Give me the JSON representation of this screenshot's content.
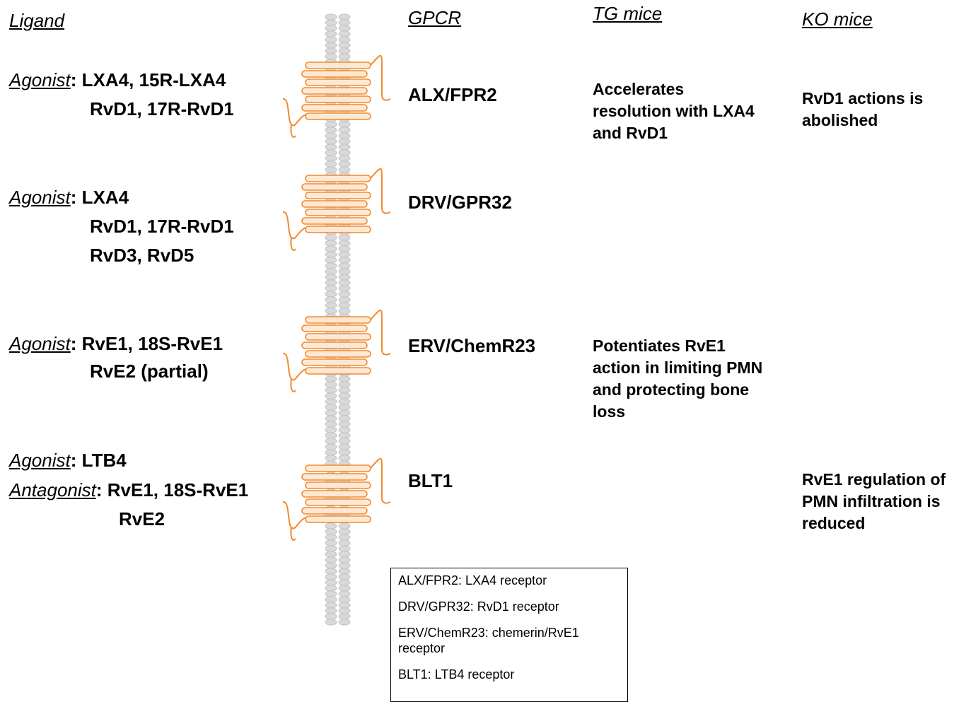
{
  "headers": {
    "ligand": "Ligand",
    "gpcr": "GPCR",
    "tg_mice": "TG mice",
    "ko_mice": "KO mice"
  },
  "roles": {
    "agonist": "Agonist",
    "antagonist": "Antagonist"
  },
  "rows": [
    {
      "gpcr": "ALX/FPR2",
      "ligand_lines": [
        "LXA4, 15R-LXA4",
        "RvD1, 17R-RvD1"
      ],
      "tg": "Accelerates resolution with LXA4 and RvD1",
      "ko": "RvD1 actions is abolished"
    },
    {
      "gpcr": "DRV/GPR32",
      "ligand_lines": [
        "LXA4",
        "RvD1, 17R-RvD1",
        "RvD3, RvD5"
      ],
      "tg": "",
      "ko": ""
    },
    {
      "gpcr": "ERV/ChemR23",
      "ligand_lines": [
        "RvE1, 18S-RvE1",
        "RvE2 (partial)"
      ],
      "tg": "Potentiates RvE1 action in limiting PMN and protecting bone loss",
      "ko": ""
    },
    {
      "gpcr": "BLT1",
      "agonist_line": "LTB4",
      "antagonist_lines": [
        "RvE1, 18S-RvE1",
        "RvE2"
      ],
      "tg": "",
      "ko": "RvE1 regulation of PMN infiltration is reduced"
    }
  ],
  "legend": [
    "ALX/FPR2: LXA4 receptor",
    "DRV/GPR32: RvD1 receptor",
    "ERV/ChemR23: chemerin/RvE1 receptor",
    "BLT1: LTB4 receptor"
  ],
  "colors": {
    "receptor": "#f28a2e",
    "receptor_fill": "#fde8d4",
    "membrane": "#d9d9d9",
    "membrane_stroke": "#bdbdbd"
  }
}
